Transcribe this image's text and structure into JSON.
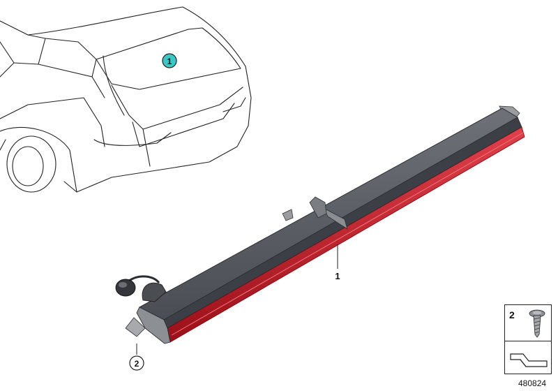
{
  "callouts": {
    "car_label": "1",
    "part_label": "1",
    "screw_label": "2"
  },
  "legend": {
    "item_number": "2"
  },
  "diagram_id": "480824",
  "colors": {
    "callout_teal": "#3cc7c7",
    "lamp_red": "#c8202a",
    "housing_gray": "#5a5d64"
  }
}
